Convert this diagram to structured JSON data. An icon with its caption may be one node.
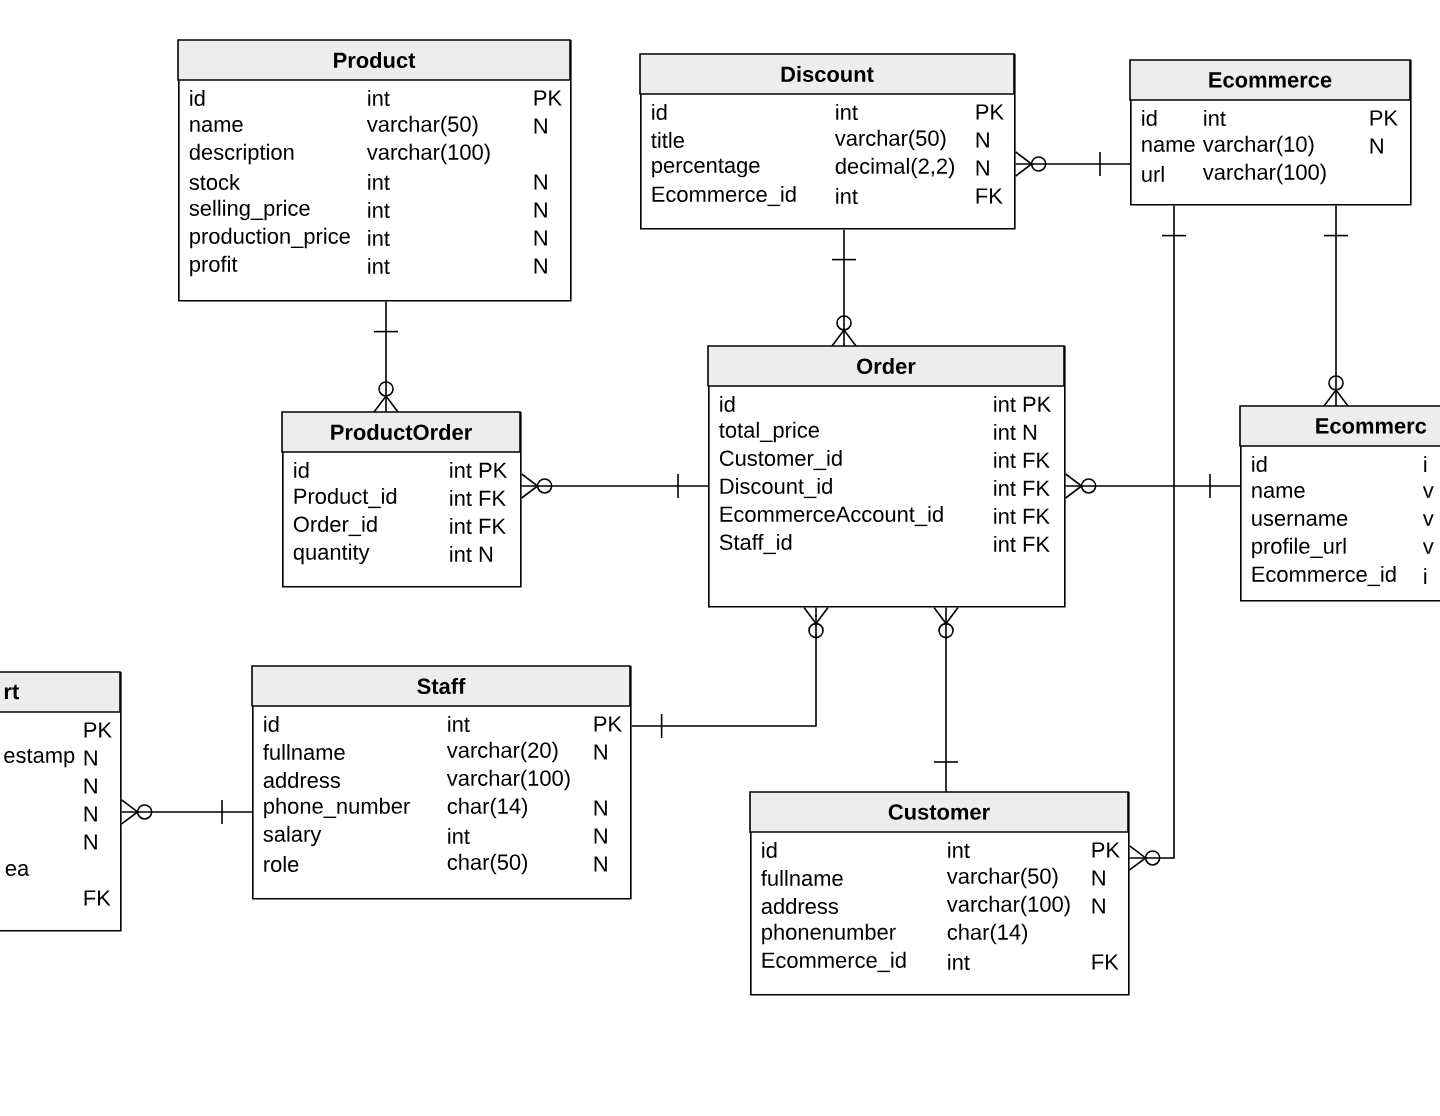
{
  "diagram": {
    "nodes": [
      {
        "text": [
          "Product",
          "id",
          "int",
          "PK",
          "name",
          "varchar(50)",
          "N",
          "description",
          "varchar(100)",
          "stock",
          "int",
          "N",
          "selling_price",
          "int",
          "N",
          "production_price",
          "int",
          "N",
          "profit",
          "int",
          "N"
        ]
      },
      {
        "text": [
          "Discount",
          "id",
          "int",
          "PK",
          "title",
          "varchar(50)",
          "N",
          "percentage",
          "decimal(2,2)",
          "N",
          "Ecommerce_id",
          "int",
          "FK"
        ]
      },
      {
        "text": [
          "Ecommerce",
          "id",
          "int",
          "PK",
          "name",
          "varchar(10)",
          "N",
          "url",
          "varchar(100)"
        ]
      },
      {
        "text": [
          "ProductOrder",
          "id",
          "int PK",
          "Product_id",
          "int FK",
          "Order_id",
          "int FK",
          "quantity",
          "int N"
        ]
      },
      {
        "text": [
          "Order",
          "id",
          "int PK",
          "total_price",
          "int N",
          "Customer_id",
          "int FK",
          "Discount_id",
          "int FK",
          "EcommerceAccount_id",
          "int FK",
          "Staff_id",
          "int FK"
        ]
      },
      {
        "text": [
          "Ecommerc",
          "id",
          "i",
          "name",
          "v",
          "username",
          "v",
          "profile_url",
          "v",
          "Ecommerce_id",
          "i"
        ]
      },
      {
        "text": [
          "rt",
          "PK",
          "estamp",
          "N",
          "N",
          "N",
          "N",
          "ea",
          "FK"
        ]
      },
      {
        "text": [
          "Staff",
          "id",
          "int",
          "PK",
          "fullname",
          "varchar(20)",
          "N",
          "address",
          "varchar(100)",
          "phone_number",
          "char(14)",
          "N",
          "salary",
          "int",
          "N",
          "role",
          "char(50)",
          "N"
        ]
      },
      {
        "text": [
          "Customer",
          "id",
          "int",
          "PK",
          "fullname",
          "varchar(50)",
          "N",
          "address",
          "varchar(100)",
          "N",
          "phonenumber",
          "char(14)",
          "Ecommerce_id",
          "int",
          "FK"
        ]
      }
    ],
    "edges": [
      {
        "from": 0,
        "to": 3,
        "arrow": "other"
      },
      {
        "from": 4,
        "to": 3,
        "arrow": "other"
      },
      {
        "from": 1,
        "to": 4,
        "arrow": "other"
      },
      {
        "from": 2,
        "to": 1,
        "arrow": "other"
      },
      {
        "from": 2,
        "to": 5,
        "arrow": "other"
      },
      {
        "from": 5,
        "to": 4,
        "arrow": "other"
      },
      {
        "from": 2,
        "to": 8,
        "arrow": "other"
      },
      {
        "from": 7,
        "to": 4,
        "arrow": "other"
      },
      {
        "from": 8,
        "to": 4,
        "arrow": "other"
      },
      {
        "from": 7,
        "to": 6,
        "arrow": "other"
      }
    ]
  }
}
